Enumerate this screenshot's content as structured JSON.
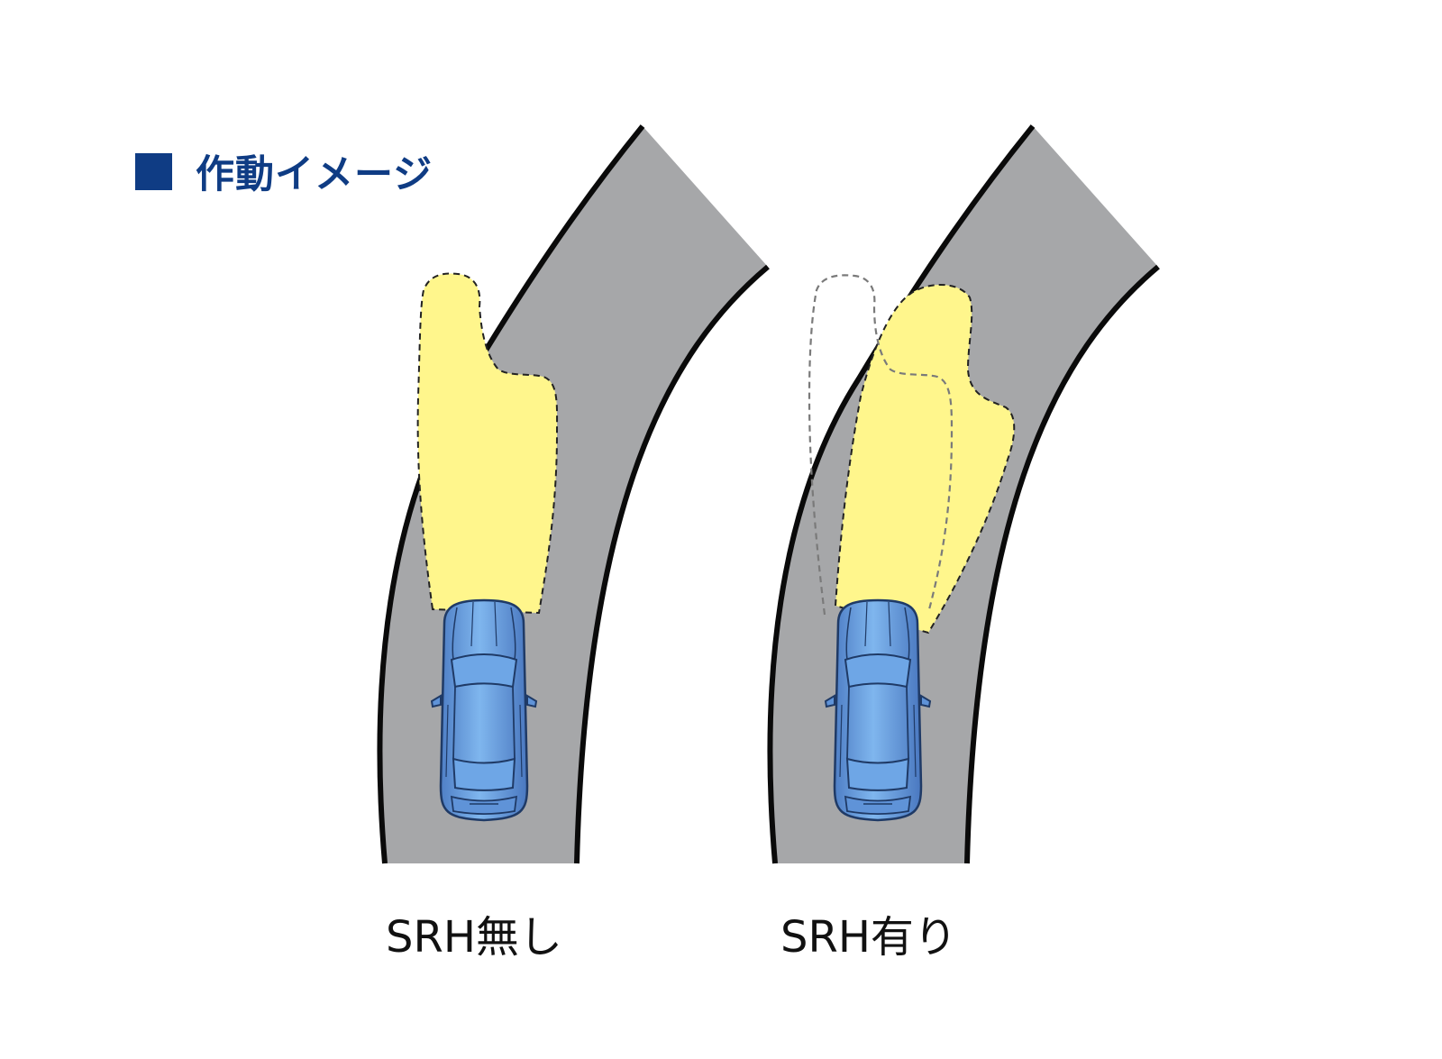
{
  "heading": {
    "icon": "square-bullet-icon",
    "text": "作動イメージ"
  },
  "panels": [
    {
      "caption": "SRH無し"
    },
    {
      "caption": "SRH有り"
    }
  ],
  "colors": {
    "accent": "#0f3c84",
    "road": "#a6a7a9",
    "road_edge": "#0a0a0a",
    "beam": "#fff68c",
    "car_body": "#5f93d8",
    "car_light": "#7fb6ee",
    "car_outline": "#1f3a66"
  }
}
